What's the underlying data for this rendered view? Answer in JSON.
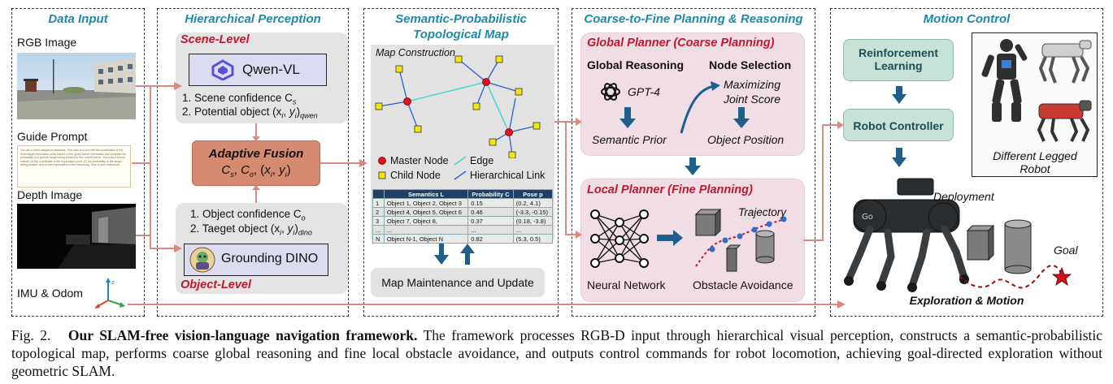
{
  "panels": {
    "data_input": {
      "title": "Data Input",
      "rgb_label": "RGB Image",
      "guide_label": "Guide Prompt",
      "guide_text": "You are a robot navigation assistant. Your task is to provide the coordinates of the most target exploration point based on the given scene information and evaluate the probability of a specific target being present in the current scene. You output should include (1) the coordinate of the exploration point, (2) the probability of the target being present, and a brief explanation of the reasoning. Task is your instruction.",
      "depth_label": "Depth Image",
      "imu_label": "IMU & Odom"
    },
    "perception": {
      "title": "Hierarchical Perception",
      "scene_level": "Scene-Level",
      "qwen": "Qwen-VL",
      "scene_line1": "1. Scene confidence C",
      "scene_line1_sub": "s",
      "scene_line2": "2. Potential object (x",
      "scene_line2_rest": ")",
      "scene_line2_sub": "qwen",
      "fusion_title": "Adaptive Fusion",
      "fusion_formula": "C",
      "object_line1": "1. Object confidence C",
      "object_line1_sub": "o",
      "object_line2": "2. Taeget object (x",
      "object_line2_sub": "dino",
      "dino": "Grounding DINO",
      "object_level": "Object-Level"
    },
    "map": {
      "title_line1": "Semantic-Probabilistic",
      "title_line2": "Topological Map",
      "construction": "Map Construction",
      "legend": {
        "master": "Master Node",
        "edge": "Edge",
        "child": "Child Node",
        "hier": "Hierarchical Link"
      },
      "table": {
        "headers": [
          "",
          "Semantics L",
          "Probability C",
          "Pose p"
        ],
        "rows": [
          [
            "1",
            "Object 1, Object 2, Object 3",
            "0.15",
            "(0.2, 4.1)"
          ],
          [
            "2",
            "Object 4, Object 5, Object 6",
            "0.46",
            "(-3.3, -0.15)"
          ],
          [
            "3",
            "Object 7, Object 8,",
            "0.37",
            "(0.18, -3.8)"
          ],
          [
            "...",
            "...",
            "...",
            "..."
          ],
          [
            "N",
            "Object N-1, Object N",
            "0.82",
            "(5.3, 0.5)"
          ]
        ]
      },
      "maintenance": "Map Maintenance and Update"
    },
    "planning": {
      "title": "Coarse-to-Fine Planning & Reasoning",
      "global_title": "Global Planner (Coarse Planning)",
      "global_reasoning": "Global Reasoning",
      "node_selection": "Node Selection",
      "gpt": "GPT-4",
      "maximizing_1": "Maximizing",
      "maximizing_2": "Joint Score",
      "semantic_prior": "Semantic Prior",
      "object_position": "Object Position",
      "local_title": "Local Planner (Fine Planning)",
      "trajectory": "Trajectory",
      "neural_network": "Neural Network",
      "obstacle": "Obstacle Avoidance"
    },
    "motion": {
      "title": "Motion Control",
      "rl_1": "Reinforcement",
      "rl_2": "Learning",
      "controller": "Robot Controller",
      "legged_1": "Different Legged",
      "legged_2": "Robot",
      "deployment": "Deployment",
      "goal": "Goal",
      "exploration": "Exploration & Motion"
    }
  },
  "caption": {
    "prefix": "Fig. 2.",
    "bold": "Our SLAM-free vision-language navigation framework.",
    "rest": "The framework processes RGB-D input through hierarchical visual perception, constructs a semantic-probabilistic topological map, performs coarse global reasoning and fine local obstacle avoidance, and outputs control commands for robot locomotion, achieving goal-directed exploration without geometric SLAM."
  },
  "colors": {
    "title_teal": "#1e8aa8",
    "flow_arrow": "#d98a80",
    "blue_arrow": "#1d5f8a",
    "red_label": "#c0182e",
    "fusion": "#d68a72"
  }
}
